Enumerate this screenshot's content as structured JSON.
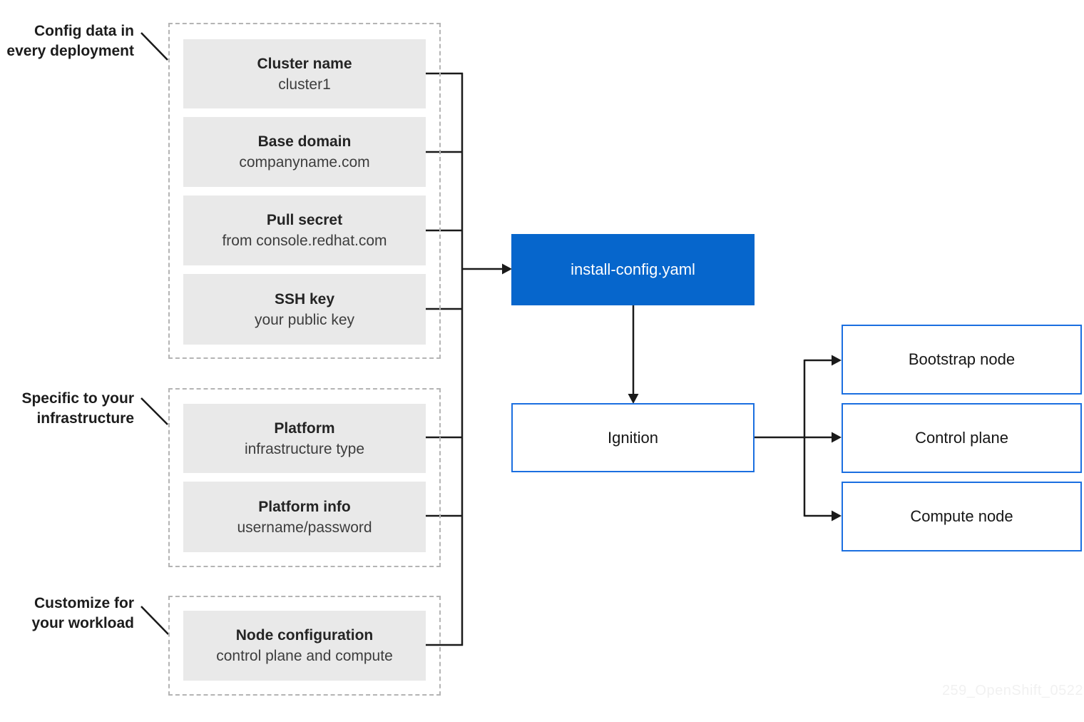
{
  "groups": [
    {
      "label_lines": [
        "Config data in",
        "every deployment"
      ],
      "boxes": [
        {
          "title": "Cluster name",
          "subtitle": "cluster1"
        },
        {
          "title": "Base domain",
          "subtitle": "companyname.com"
        },
        {
          "title": "Pull secret",
          "subtitle": "from console.redhat.com"
        },
        {
          "title": "SSH key",
          "subtitle": "your public key"
        }
      ]
    },
    {
      "label_lines": [
        "Specific to your",
        "infrastructure"
      ],
      "boxes": [
        {
          "title": "Platform",
          "subtitle": "infrastructure type"
        },
        {
          "title": "Platform info",
          "subtitle": "username/password"
        }
      ]
    },
    {
      "label_lines": [
        "Customize for",
        "your workload"
      ],
      "boxes": [
        {
          "title": "Node configuration",
          "subtitle": "control plane and compute"
        }
      ]
    }
  ],
  "center": {
    "install_config_label": "install-config.yaml",
    "ignition_label": "Ignition"
  },
  "outputs": [
    {
      "label": "Bootstrap node"
    },
    {
      "label": "Control plane"
    },
    {
      "label": "Compute node"
    }
  ],
  "watermark": "259_OpenShift_0522",
  "colors": {
    "brand_blue_fill": "#0666cc",
    "outline_blue": "#1b6fe0",
    "box_gray": "#e9e9e9",
    "dashed_border_gray": "#b4b4b4",
    "connector_black": "#1a1a1a",
    "watermark_gray": "#f1f1f1"
  }
}
